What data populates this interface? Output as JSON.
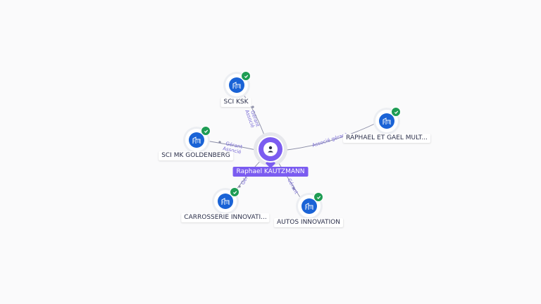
{
  "person": {
    "name": "Raphael KAUTZMANN",
    "icon": "person-icon",
    "color": "#7b5cf0"
  },
  "companies": [
    {
      "id": "sci-ksk",
      "label": "SCI KSK",
      "relations": [
        "Gérant",
        "Associé"
      ],
      "verified": true
    },
    {
      "id": "sci-mk-goldenberg",
      "label": "SCI MK GOLDENBERG",
      "relations": [
        "Gérant",
        "Associé"
      ],
      "verified": true
    },
    {
      "id": "raphael-et-gael",
      "label": "RAPHAEL ET GAEL MULT...",
      "relations": [
        "Associé gérant"
      ],
      "verified": true
    },
    {
      "id": "carrosserie-innovation",
      "label": "CARROSSERIE INNOVATI...",
      "relations": [
        "Gérant"
      ],
      "verified": true
    },
    {
      "id": "autos-innovation",
      "label": "AUTOS INNOVATION",
      "relations": [
        "Gérant"
      ],
      "verified": true
    }
  ],
  "icons": {
    "company": "building-icon",
    "verified": "check-badge-icon"
  },
  "colors": {
    "company": "#1a63d6",
    "verified": "#1e9c54",
    "relation_label": "#7c6fd6",
    "edge": "#8a8ca6"
  }
}
